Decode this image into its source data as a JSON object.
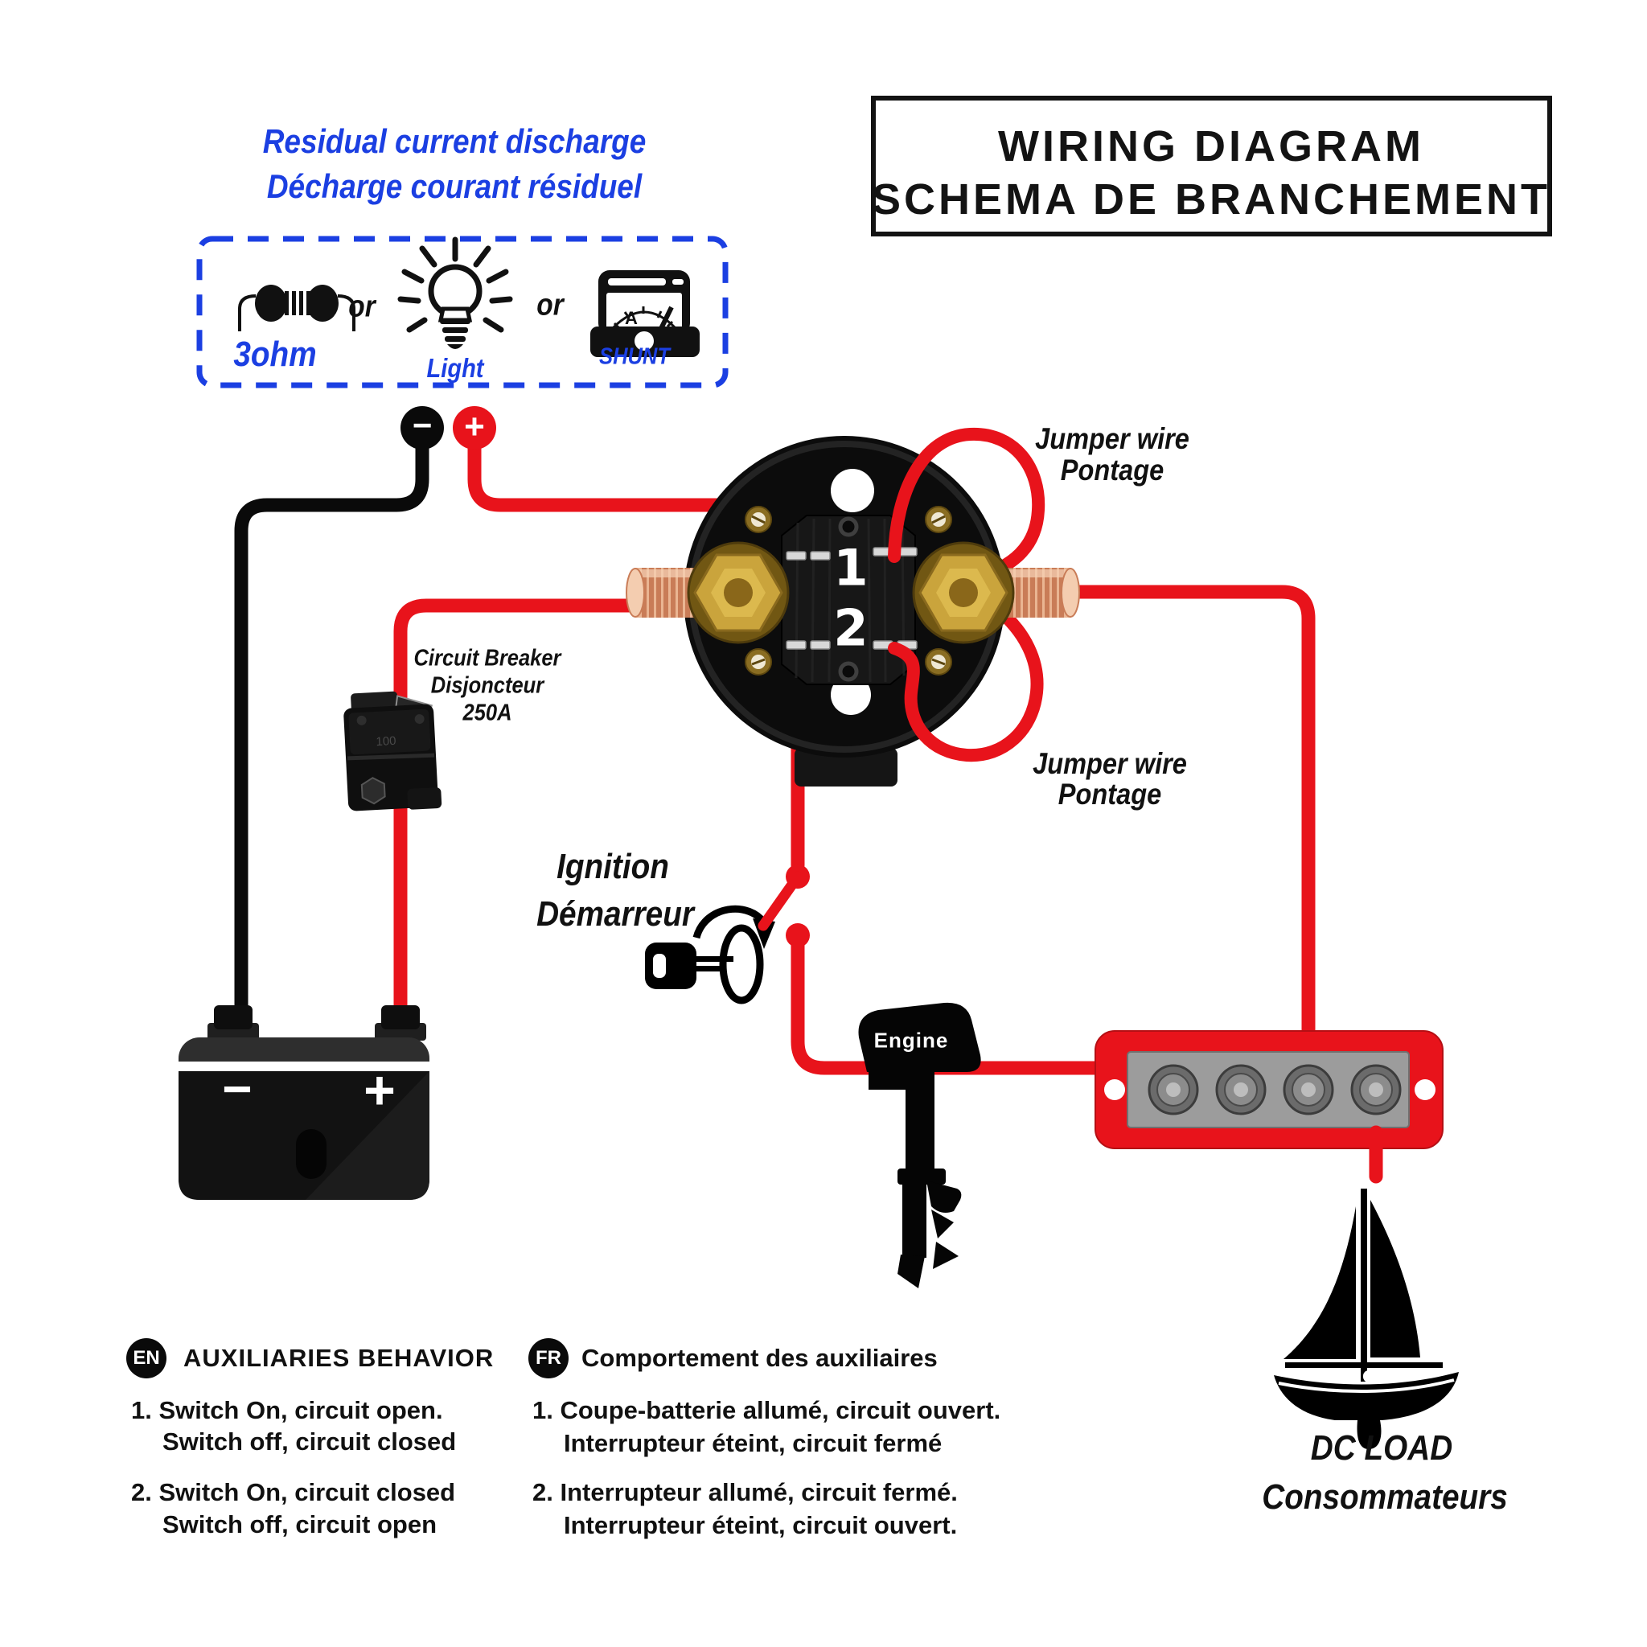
{
  "colors": {
    "wire_red": "#E8131B",
    "accent_blue": "#1B3FE2",
    "ink": "#111111",
    "brass": "#C9A43C",
    "copper": "#EAB592",
    "busbar_red": "#E8131B"
  },
  "title_box": {
    "line1": "WIRING DIAGRAM",
    "line2": "SCHEMA DE BRANCHEMENT"
  },
  "residual_discharge": {
    "heading_line1": "Residual current discharge",
    "heading_line2": "Décharge courant résiduel",
    "resistor_label": "3ohm",
    "or_1": "or",
    "bulb_label": "Light",
    "or_2": "or",
    "meter_label": "SHUNT",
    "meter_letter": "A"
  },
  "battery_terminals": {
    "minus": "−",
    "plus": "+"
  },
  "battery_switch": {
    "position_1": "1",
    "position_2": "2"
  },
  "jumper_label_top": {
    "line1": "Jumper wire",
    "line2": "Pontage"
  },
  "jumper_label_bottom": {
    "line1": "Jumper wire",
    "line2": "Pontage"
  },
  "circuit_breaker": {
    "line1": "Circuit Breaker",
    "line2": "Disjoncteur",
    "line3": "250A",
    "device_marking": "100"
  },
  "ignition": {
    "line1": "Ignition",
    "line2": "Démarreur"
  },
  "engine": {
    "label": "Engine"
  },
  "battery": {
    "minus": "−",
    "plus": "+"
  },
  "dc_load": {
    "line1": "DC LOAD",
    "line2": "Consommateurs"
  },
  "legend_en": {
    "badge": "EN",
    "title": "AUXILIARIES BEHAVIOR",
    "item1_line1": "1. Switch On, circuit open.",
    "item1_line2": "Switch off, circuit closed",
    "item2_line1": "2. Switch On, circuit closed",
    "item2_line2": "Switch off, circuit open"
  },
  "legend_fr": {
    "badge": "FR",
    "title": "Comportement des auxiliaires",
    "item1_line1": "1. Coupe-batterie allumé, circuit ouvert.",
    "item1_line2": "Interrupteur éteint, circuit fermé",
    "item2_line1": "2. Interrupteur allumé, circuit fermé.",
    "item2_line2": "Interrupteur éteint, circuit ouvert."
  }
}
